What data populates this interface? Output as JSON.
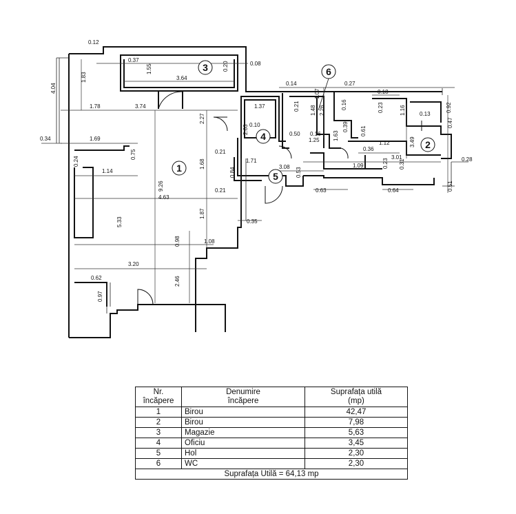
{
  "room_labels": [
    "1",
    "2",
    "3",
    "4",
    "5",
    "6"
  ],
  "dimensions": {
    "h": [
      "0.12",
      "0.37",
      "0.08",
      "0.14",
      "0.27",
      "0.18",
      "1.78",
      "3.74",
      "1.37",
      "0.10",
      "0.13",
      "0.34",
      "1.69",
      "0.21",
      "0.50",
      "0.16",
      "1.25",
      "1.12",
      "0.36",
      "1.14",
      "1.71",
      "3.08",
      "1.09",
      "3.01",
      "0.28",
      "4.63",
      "0.21",
      "0.63",
      "0.64",
      "0.35",
      "1.08",
      "3.20",
      "0.62",
      "3.64"
    ],
    "v": [
      "1.83",
      "4.04",
      "1.55",
      "0.20",
      "2.27",
      "2.63",
      "0.21",
      "1.48",
      "1.07",
      "2.26",
      "0.16",
      "0.39",
      "1.63",
      "0.61",
      "0.23",
      "1.16",
      "0.92",
      "0.47",
      "3.49",
      "0.24",
      "0.75",
      "9.26",
      "1.68",
      "0.84",
      "0.53",
      "0.23",
      "0.31",
      "0.51",
      "5.33",
      "1.87",
      "0.98",
      "2.46",
      "0.97"
    ]
  },
  "table": {
    "headers": {
      "nr": [
        "Nr.",
        "încăpere"
      ],
      "name": [
        "Denumire",
        "încăpere"
      ],
      "area": [
        "Suprafața utilă",
        "(mp)"
      ]
    },
    "rows": [
      {
        "nr": "1",
        "name": "Birou",
        "area": "42,47"
      },
      {
        "nr": "2",
        "name": "Birou",
        "area": "7,98"
      },
      {
        "nr": "3",
        "name": "Magazie",
        "area": "5,63"
      },
      {
        "nr": "4",
        "name": "Oficiu",
        "area": "3,45"
      },
      {
        "nr": "5",
        "name": "Hol",
        "area": "2,30"
      },
      {
        "nr": "6",
        "name": "WC",
        "area": "2,30"
      }
    ],
    "total": "Suprafața Utilă = 64,13 mp"
  }
}
